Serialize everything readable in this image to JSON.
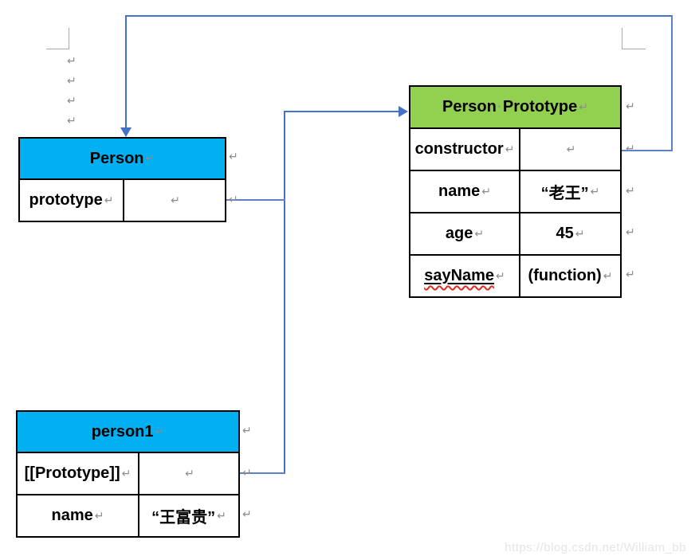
{
  "marks": {
    "pilcrow": "↵",
    "space_dot": "·"
  },
  "colors": {
    "header_blue": "#00B0F0",
    "header_green": "#92D050",
    "connector": "#4472C4",
    "border_black": "#000000",
    "pilcrow_gray": "#8c8c8c",
    "watermark_gray": "#e5e5e5"
  },
  "tables": {
    "person": {
      "title": "Person",
      "rows": [
        {
          "label": "prototype",
          "value": ""
        }
      ]
    },
    "person_prototype": {
      "title_part1": "Person",
      "title_part2": "Prototype",
      "rows": [
        {
          "label": "constructor",
          "value": ""
        },
        {
          "label": "name",
          "value": "“老王”"
        },
        {
          "label": "age",
          "value": "45"
        },
        {
          "label": "sayName",
          "value": "(function)"
        }
      ]
    },
    "person1": {
      "title": "person1",
      "rows": [
        {
          "label": "[[Prototype]]",
          "value": ""
        },
        {
          "label": "name",
          "value": "“王富贵”"
        }
      ]
    }
  },
  "connections": [
    {
      "from": "Person Prototype.constructor",
      "to": "Person"
    },
    {
      "from": "Person.prototype",
      "to": "Person Prototype"
    },
    {
      "from": "person1.[[Prototype]]",
      "to": "Person Prototype"
    }
  ],
  "watermark": "https://blog.csdn.net/William_bb"
}
